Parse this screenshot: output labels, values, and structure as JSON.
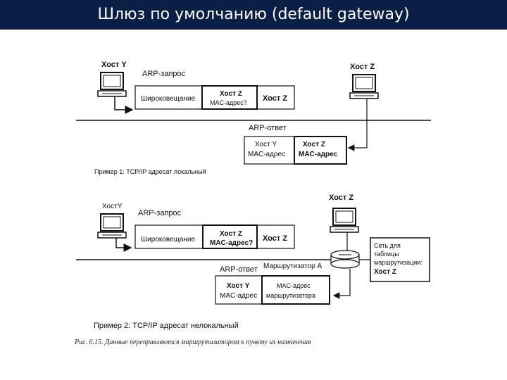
{
  "title": "Шлюз по умолчанию (default gateway)",
  "colors": {
    "title_bg": "#0a1f44",
    "title_fg": "#ffffff",
    "ink": "#111111"
  },
  "example1": {
    "host_y": "Хост Y",
    "host_z": "Хост Z",
    "arp_request": "ARP-запрос",
    "broadcast": "Широковещание",
    "req_target_line1": "Хост Z",
    "req_target_line2": "MAC-адрес?",
    "req_dest": "Хост Z",
    "arp_reply": "ARP-ответ",
    "reply_a_line1": "Хост Y",
    "reply_a_line2": "MAC-адрес",
    "reply_b_line1": "Хост Z",
    "reply_b_line2": "MAC-адрес",
    "caption": "Пример 1: TCP/IP адресат локальный"
  },
  "example2": {
    "host_y": "ХостY",
    "host_z": "Хост Z",
    "arp_request": "ARP-запрос",
    "broadcast": "Широковещание",
    "req_target_line1": "Хост Z",
    "req_target_line2": "MAC-адрес?",
    "req_dest": "Хост Z",
    "router": "Маршрутизатор A",
    "arp_reply": "ARP-ответ",
    "reply_a_line1": "Хост Y",
    "reply_a_line2": "MAC-адрес",
    "reply_b_line1": "MAC-адрес",
    "reply_b_line2": "маршрутизатора",
    "network_line1": "Сеть для",
    "network_line2": "таблицы",
    "network_line3": "маршрутизации:",
    "network_line4": "Хост Z",
    "caption": "Пример 2: TCP/IP адресат нелокальный"
  },
  "figure_caption": "Рис. 6.15. Данные переправляются маршрутизатором к пункту их назначения"
}
